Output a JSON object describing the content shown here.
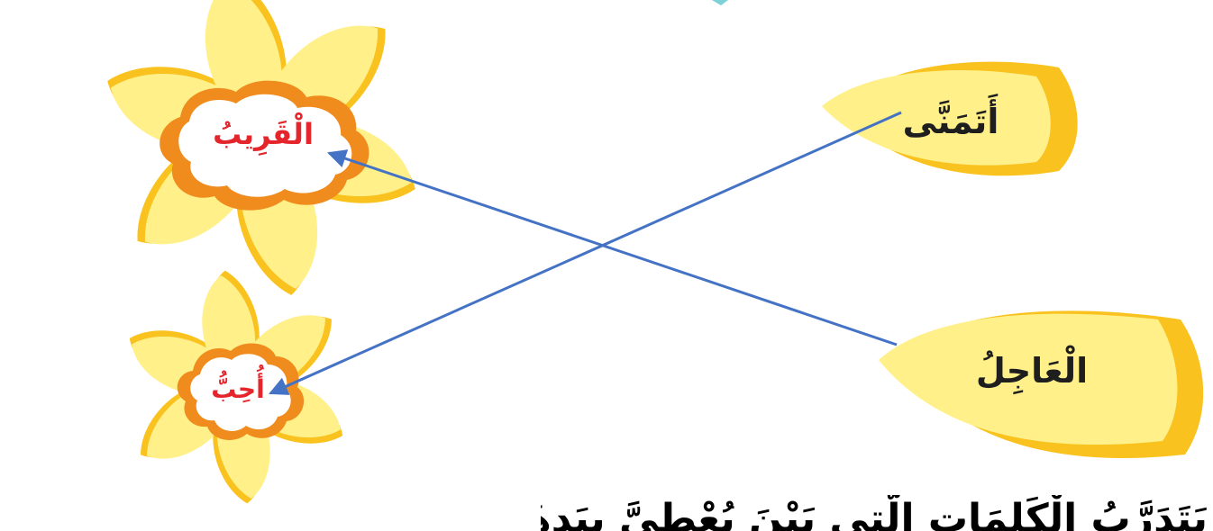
{
  "colors": {
    "petal_fill": "#FFF08A",
    "petal_shadow": "#F9C21E",
    "center_ring": "#F08C1E",
    "center_fill": "#FFFFFF",
    "flower_word": "#E4252B",
    "leaf_word": "#1E1E1E",
    "arrow": "#4472C4"
  },
  "flowers": [
    {
      "word": "الْقَرِيبُ"
    },
    {
      "word": "أُحِبُّ"
    }
  ],
  "leaves": [
    {
      "word": "أَتَمَنَّى"
    },
    {
      "word": "الْعَاجِلُ"
    }
  ],
  "connections": [
    {
      "from": "الْعَاجِلُ",
      "to": "الْقَرِيبُ"
    },
    {
      "from": "أَتَمَنَّى",
      "to": "أُحِبُّ"
    }
  ],
  "bottom_text": "يَتَدَرَّبُ الْكَلِمَاتِ الَّتِي بَيْنَ يُعْطِيَّ بِيَدِهَا"
}
